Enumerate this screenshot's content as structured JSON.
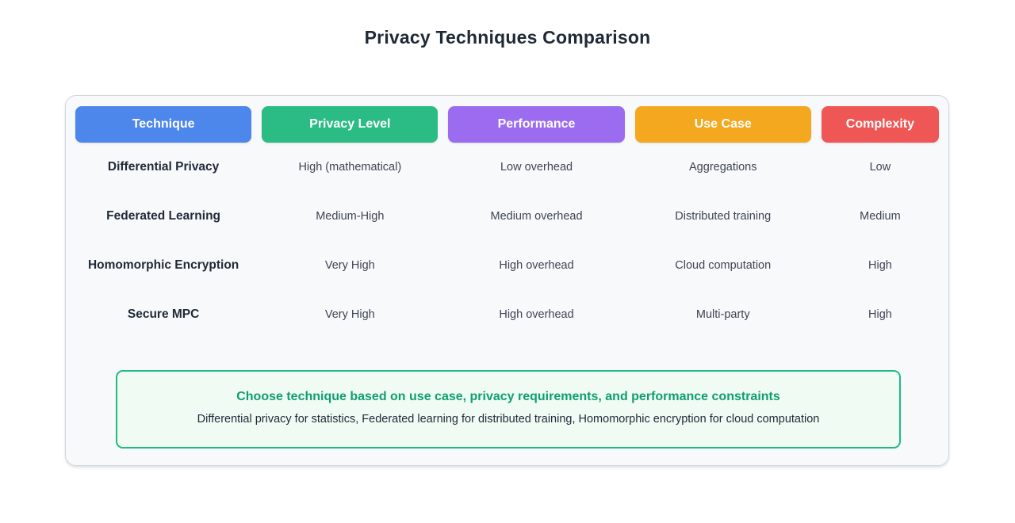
{
  "page": {
    "title": "Privacy Techniques Comparison"
  },
  "table": {
    "columns": [
      {
        "label": "Technique",
        "color": "#4e87ec"
      },
      {
        "label": "Privacy Level",
        "color": "#2bbc85"
      },
      {
        "label": "Performance",
        "color": "#9b6cf0"
      },
      {
        "label": "Use Case",
        "color": "#f3a81f"
      },
      {
        "label": "Complexity",
        "color": "#ef5757"
      }
    ],
    "rows": [
      {
        "technique": "Differential Privacy",
        "privacy_level": "High (mathematical)",
        "performance": "Low overhead",
        "use_case": "Aggregations",
        "complexity": "Low"
      },
      {
        "technique": "Federated Learning",
        "privacy_level": "Medium-High",
        "performance": "Medium overhead",
        "use_case": "Distributed training",
        "complexity": "Medium"
      },
      {
        "technique": "Homomorphic Encryption",
        "privacy_level": "Very High",
        "performance": "High overhead",
        "use_case": "Cloud computation",
        "complexity": "High"
      },
      {
        "technique": "Secure MPC",
        "privacy_level": "Very High",
        "performance": "High overhead",
        "use_case": "Multi-party",
        "complexity": "High"
      }
    ]
  },
  "note": {
    "title": "Choose technique based on use case, privacy requirements, and performance constraints",
    "subtitle": "Differential privacy for statistics, Federated learning for distributed training, Homomorphic encryption for cloud computation",
    "accent_color": "#0e9f6e",
    "border_color": "#21ba83",
    "background_color": "#f0fbf4"
  }
}
